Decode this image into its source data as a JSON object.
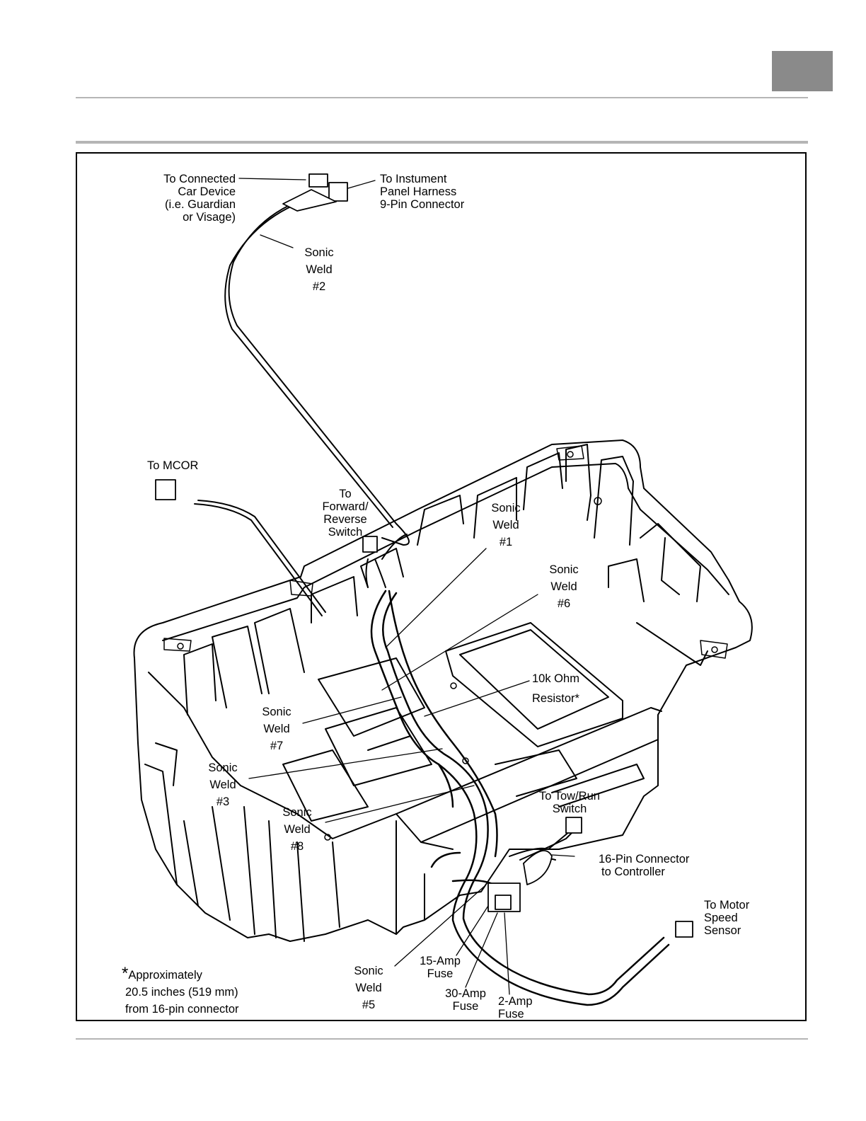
{
  "colors": {
    "tab": "#8a8a8a",
    "rule": "#b5b5b5",
    "line": "#000000"
  },
  "labels": {
    "connected_car": [
      "To Connected",
      "Car Device",
      "(i.e. Guardian",
      "or Visage)"
    ],
    "instrument_panel": [
      "To Instument",
      "Panel Harness",
      "9-Pin Connector"
    ],
    "mcor": "To MCOR",
    "forward_reverse": [
      "To",
      "Forward/",
      "Reverse",
      "Switch"
    ],
    "resistor": [
      "10k Ohm",
      "Resistor*"
    ],
    "tow_run": [
      "To Tow/Run",
      "Switch"
    ],
    "pin16": [
      "16-Pin Connector",
      "to Controller"
    ],
    "motor_speed": [
      "To Motor",
      "Speed",
      "Sensor"
    ],
    "fuse15": [
      "15-Amp",
      "Fuse"
    ],
    "fuse30": [
      "30-Amp",
      "Fuse"
    ],
    "fuse2": [
      "2-Amp",
      "Fuse"
    ],
    "sonic_word": [
      "Sonic",
      "Weld"
    ],
    "sonic_numbers": {
      "w1": "#1",
      "w2": "#2",
      "w3": "#3",
      "w5": "#5",
      "w6": "#6",
      "w7": "#7",
      "w8": "#8"
    },
    "footnote": {
      "asterisk": "*",
      "line1": "Approximately",
      "line2": "20.5 inches (519 mm)",
      "line3": "from 16-pin connector"
    }
  }
}
